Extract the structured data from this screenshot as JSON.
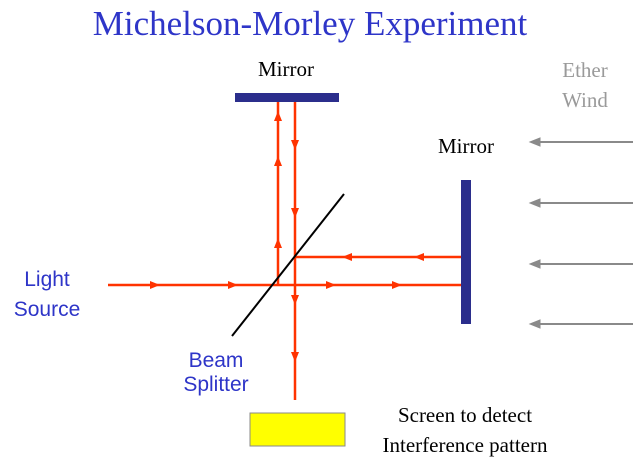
{
  "title": "Michelson-Morley Experiment",
  "labels": {
    "top_mirror": "Mirror",
    "right_mirror": "Mirror",
    "ether_line1": "Ether",
    "ether_line2": "Wind",
    "light_line1": "Light",
    "light_line2": "Source",
    "beam_line1": "Beam",
    "beam_line2": "Splitter",
    "screen_line1": "Screen to detect",
    "screen_line2": "Interference pattern"
  },
  "colors": {
    "title": "#2e35c8",
    "label_blue": "#2e35c8",
    "label_black": "#000000",
    "ether_text": "#9a9a9a",
    "mirror": "#2b2e8c",
    "beam": "#ff3300",
    "splitter": "#000000",
    "screen_fill": "#ffff00",
    "wind_arrow": "#8a8a8a"
  },
  "icons": {
    "mirror": "rectangle-mirror",
    "beam_arrow": "arrowhead",
    "wind_arrow": "left-arrow"
  }
}
